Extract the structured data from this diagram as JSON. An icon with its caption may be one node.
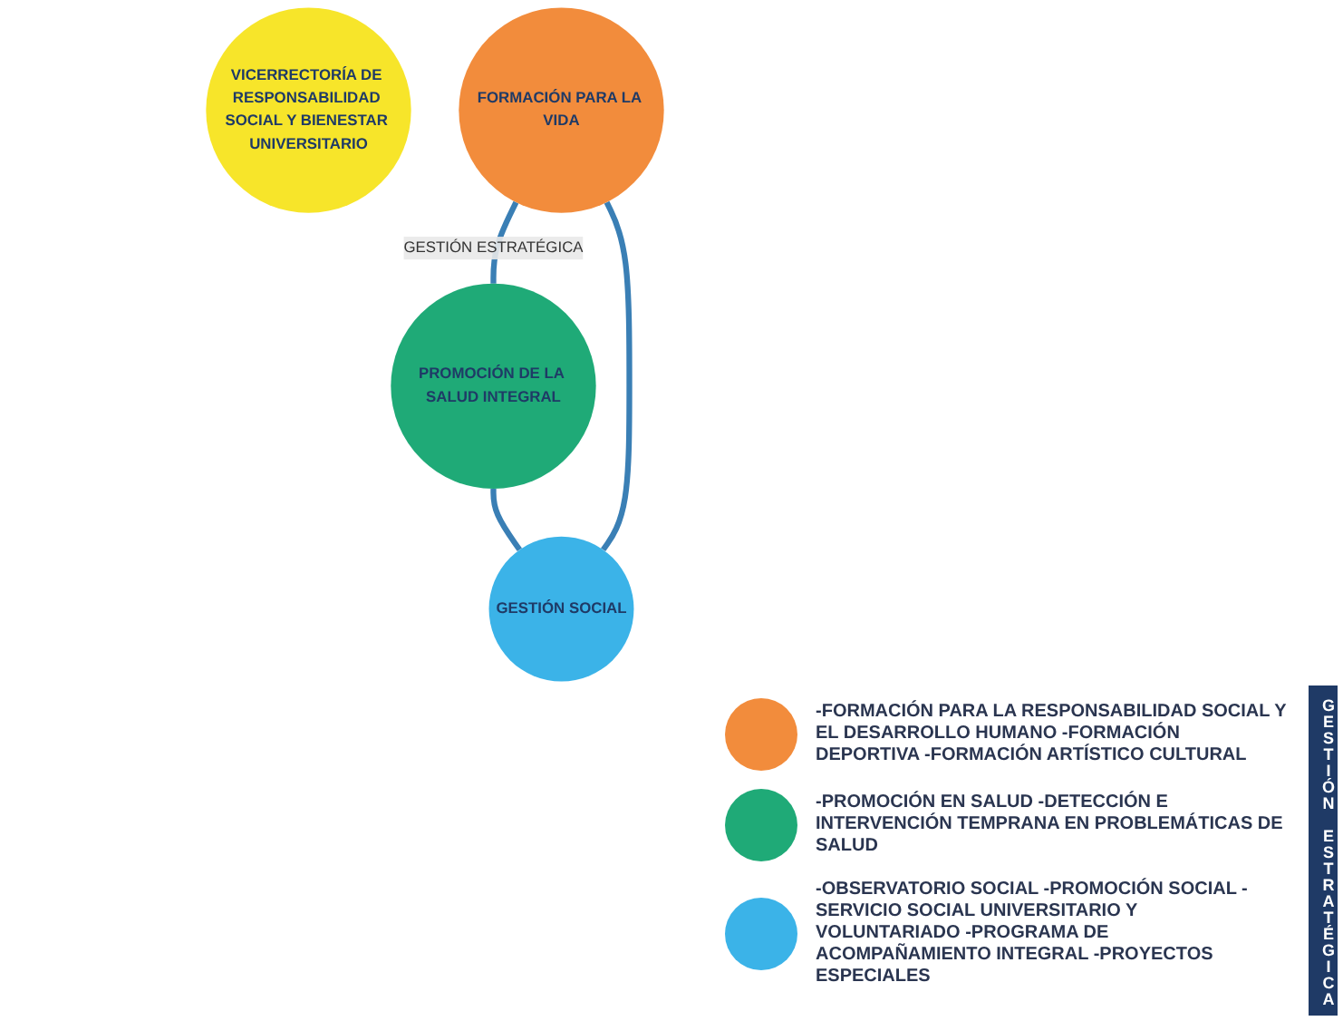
{
  "diagram": {
    "nodes": [
      {
        "text": [
          "VICERRECTORÍA DE RESPONSABILIDAD SOCIAL Y BIENESTAR UNIVERSITARIO"
        ]
      },
      {
        "text": [
          "FORMACIÓN PARA LA VIDA"
        ]
      },
      {
        "text": [
          "PROMOCIÓN DE LA SALUD INTEGRAL"
        ]
      },
      {
        "text": [
          "GESTIÓN SOCIAL"
        ]
      }
    ],
    "edges": [
      {
        "from": 1,
        "to": 2,
        "arrow": "none",
        "label": "GESTIÓN ESTRATÉGICA"
      },
      {
        "from": 2,
        "to": 3,
        "arrow": "none"
      },
      {
        "from": 3,
        "to": 1,
        "arrow": "none"
      }
    ],
    "labels": [
      "GESTIÓN ESTRATÉGICA"
    ],
    "legend": [
      {
        "text": "-FORMACIÓN PARA LA RESPONSABILIDAD SOCIAL Y EL DESARROLLO HUMANO -FORMACIÓN DEPORTIVA -FORMACIÓN ARTÍSTICO CULTURAL",
        "color": "#f28c3c"
      },
      {
        "text": "-PROMOCIÓN EN SALUD -DETECCIÓN E INTERVENCIÓN TEMPRANA EN PROBLEMÁTICAS DE SALUD",
        "color": "#1faa77"
      },
      {
        "text": "-OBSERVATORIO SOCIAL -PROMOCIÓN SOCIAL -SERVICIO SOCIAL UNIVERSITARIO Y VOLUNTARIADO -PROGRAMA DE ACOMPAÑAMIENTO INTEGRAL -PROYECTOS ESPECIALES",
        "color": "#3bb3e8"
      }
    ]
  }
}
